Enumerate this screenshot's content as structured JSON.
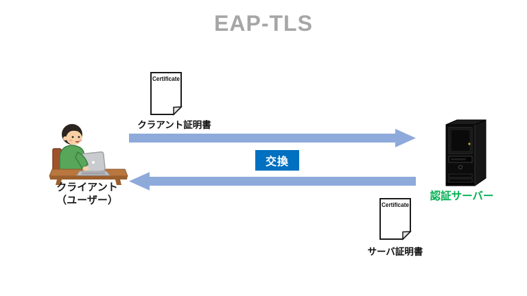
{
  "title": {
    "text": "EAP-TLS"
  },
  "client": {
    "label_line1": "クライアント",
    "label_line2": "（ユーザー）"
  },
  "auth_server": {
    "label": "認証サーバー"
  },
  "client_certificate": {
    "doc_title": "Certificate",
    "caption": "クラアント証明書"
  },
  "server_certificate": {
    "doc_title": "Certificate",
    "caption": "サーバ証明書"
  },
  "exchange_badge": {
    "label": "交換"
  },
  "colors": {
    "arrow": "#8EAADB",
    "exchange_bg": "#0070C0",
    "auth_server_label": "#00B050",
    "title": "#A6A6A6"
  }
}
